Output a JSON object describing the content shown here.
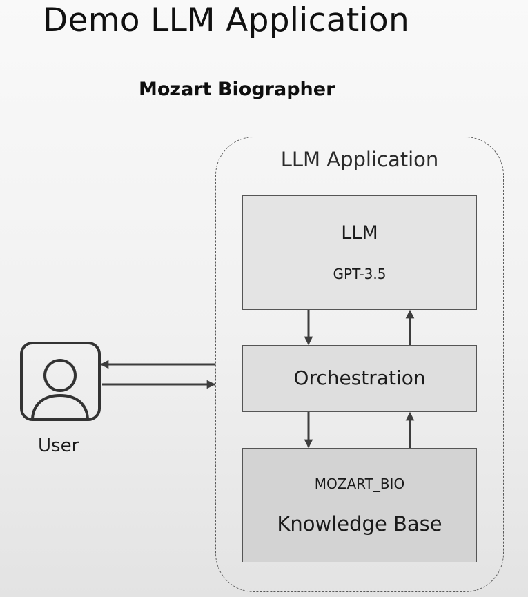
{
  "header": {
    "title": "Demo LLM Application",
    "subtitle": "Mozart Biographer"
  },
  "diagram": {
    "container_label": "LLM Application",
    "llm": {
      "title": "LLM",
      "model": "GPT-3.5"
    },
    "orchestration": {
      "title": "Orchestration"
    },
    "knowledge_base": {
      "name": "MOZART_BIO",
      "title": "Knowledge Base"
    },
    "user": {
      "label": "User",
      "icon": "user-icon"
    },
    "colors": {
      "stroke": "#3d3d3d",
      "llm_fill": "#e4e4e4",
      "orchestration_fill": "#dedede",
      "knowledge_base_fill": "#d3d3d3"
    }
  }
}
